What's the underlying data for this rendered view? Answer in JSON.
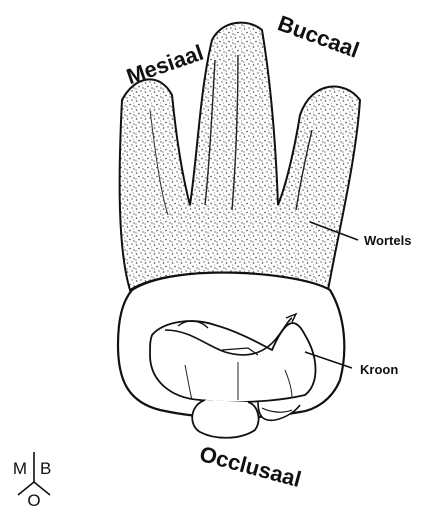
{
  "labels": {
    "mesial": "Mesiaal",
    "buccal": "Buccaal",
    "occlusal": "Occlusaal",
    "roots": "Wortels",
    "crown": "Kroon"
  },
  "orientation": {
    "m": "M",
    "b": "B",
    "o": "O"
  }
}
